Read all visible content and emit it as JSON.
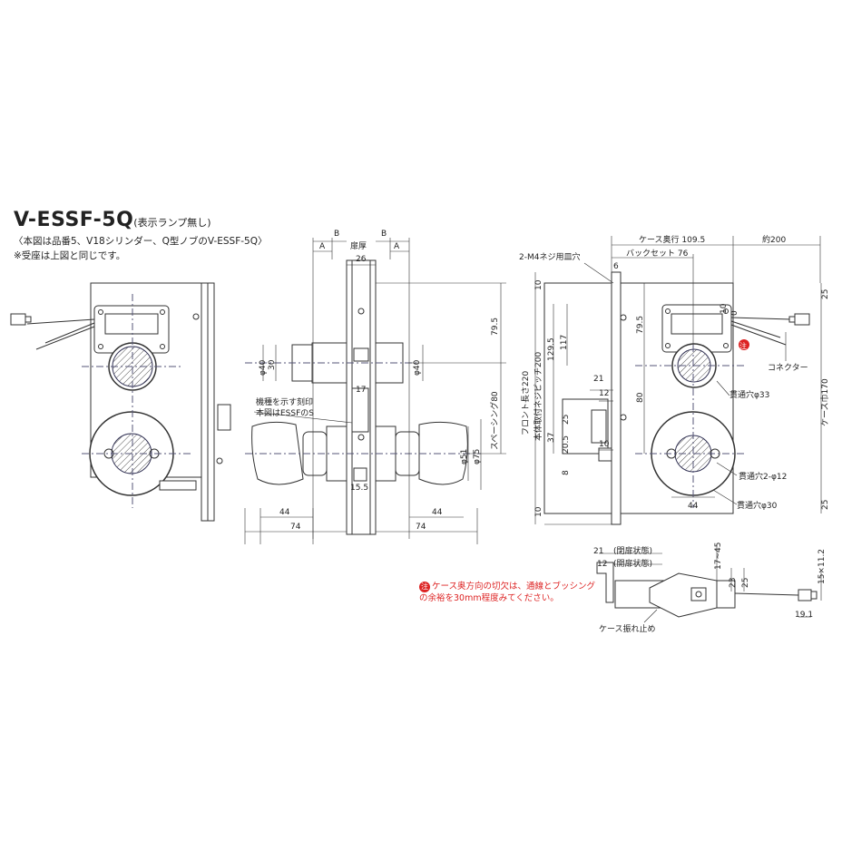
{
  "title": {
    "model": "V-ESSF-5Q",
    "suffix": "(表示ランプ無し)"
  },
  "notes": {
    "line1": "〈本図は品番5、V18シリンダー、Q型ノブのV-ESSF-5Q〉",
    "line2": "※受座は上図と同じです。"
  },
  "warning": {
    "mark": "注",
    "text": "ケース奥方向の切欠は、通線とブッシングの余裕を30mm程度みてください。"
  },
  "front_view": {
    "engrave_label_1": "機種を示す刻印",
    "engrave_label_2": "本図はESSFのS"
  },
  "dims_center": {
    "B_left": "B",
    "B_right": "B",
    "A_left": "A",
    "A_right": "A",
    "door_thickness": "扉厚",
    "d26": "26",
    "d79_5": "79.5",
    "spacing": "スペーシング80",
    "phi40_left": "φ40",
    "d30": "30",
    "phi40_right": "φ40",
    "d17": "17",
    "phi51": "φ51",
    "phi75": "φ75",
    "d15_5": "15.5",
    "d44_left": "44",
    "d74_left": "74",
    "d44_right": "44",
    "d74_right": "74"
  },
  "dims_right": {
    "screw_hole": "2-M4ネジ用皿穴",
    "case_depth": "ケース奥行 109.5",
    "backset": "バックセット 76",
    "approx200": "約200",
    "d6": "6",
    "d10_top": "10",
    "d25_top": "25",
    "d79_5": "79.5",
    "d10_b": "10",
    "d0": "0",
    "front_len": "フロント長さ220",
    "mount_pitch": "本体取付ネジピッチ200",
    "d129_5": "129.5",
    "d117": "117",
    "d21": "21",
    "d12": "12",
    "d80": "80",
    "d25_mid": "25",
    "d37": "37",
    "d20_5": "20.5",
    "d10_mid": "10",
    "d8": "8",
    "d44": "44",
    "d10_bottom": "10",
    "d25_bottom": "25",
    "case_width": "ケース巾170",
    "connector": "コネクター",
    "hole33": "貫通穴φ33",
    "hole12": "貫通穴2-φ12",
    "hole30": "貫通穴φ30",
    "note_mark": "注"
  },
  "dims_bottom": {
    "d21": "21",
    "closed": "(閉扉状態)",
    "d12": "12",
    "open": "(開扉状態)",
    "d17_45": "17~45",
    "d23": "23",
    "d25": "25",
    "d15x11_2": "15×11.2",
    "d19_1": "19.1",
    "stopper": "ケース振れ止め"
  }
}
